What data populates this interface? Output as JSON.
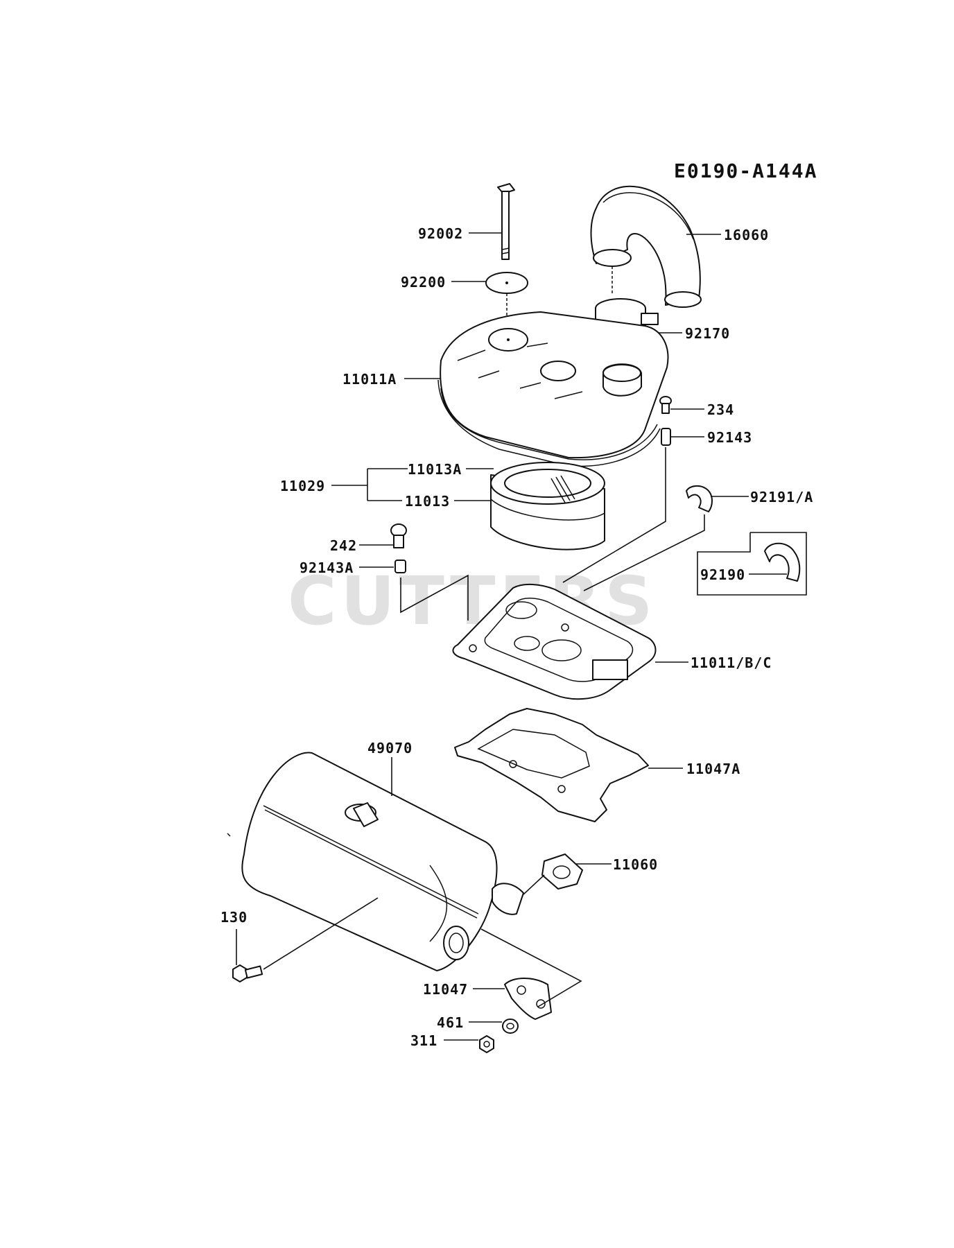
{
  "diagram_code": "E0190-A144A",
  "watermark": "CUTTERS",
  "parts": {
    "p92002": "92002",
    "p16060": "16060",
    "p92200": "92200",
    "p92170": "92170",
    "p11011A": "11011A",
    "p234": "234",
    "p92143": "92143",
    "p11013A": "11013A",
    "p11029": "11029",
    "p11013": "11013",
    "p92191A": "92191/A",
    "p242": "242",
    "p92143A": "92143A",
    "p92190": "92190",
    "p11011BC": "11011/B/C",
    "p49070": "49070",
    "p11047A": "11047A",
    "p11060": "11060",
    "p130": "130",
    "p11047": "11047",
    "p461": "461",
    "p311": "311"
  }
}
